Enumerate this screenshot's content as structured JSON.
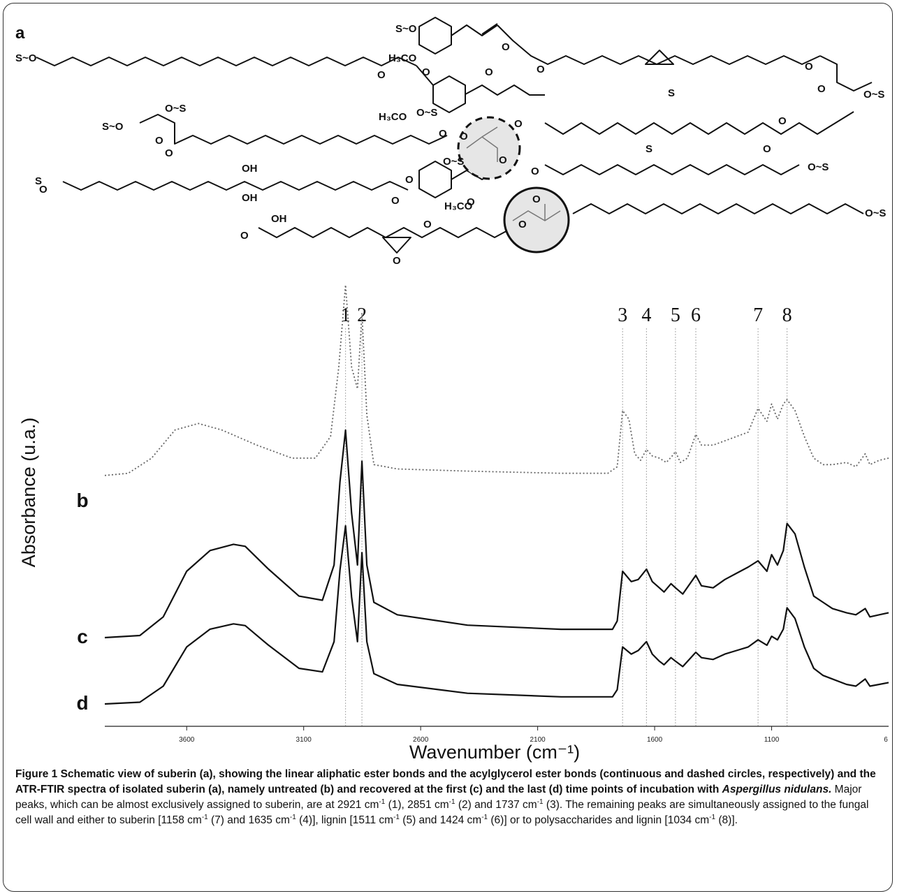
{
  "panel_label": "a",
  "structure": {
    "atom_labels": [
      "S~O",
      "H₃CO",
      "O",
      "S~O",
      "O",
      "O",
      "O",
      "H₃CO",
      "O",
      "O~S",
      "S~O",
      "O~S",
      "O",
      "O",
      "O",
      "O",
      "O",
      "S",
      "S",
      "O",
      "O",
      "O~S",
      "O",
      "O",
      "O",
      "O",
      "O~S",
      "O~S",
      "O",
      "S",
      "OH",
      "OH",
      "O",
      "O",
      "H₃CO",
      "O",
      "OH",
      "O",
      "O",
      "O",
      "O",
      "O",
      "O~S"
    ]
  },
  "chart_data": {
    "type": "line",
    "xlabel": "Wavenumber (cm⁻¹)",
    "ylabel": "Absorbance (u.a.)",
    "xlim": [
      3950,
      600
    ],
    "x_reversed": true,
    "x_ticks": [
      3600,
      3100,
      2600,
      2100,
      1600,
      1100
    ],
    "x_tick_labels": [
      "3600",
      "3100",
      "2600",
      "2100",
      "1600",
      "1100",
      "6"
    ],
    "peak_markers": [
      {
        "label": "1",
        "x": 2921
      },
      {
        "label": "2",
        "x": 2851
      },
      {
        "label": "3",
        "x": 1737
      },
      {
        "label": "4",
        "x": 1635
      },
      {
        "label": "5",
        "x": 1511
      },
      {
        "label": "6",
        "x": 1424
      },
      {
        "label": "7",
        "x": 1158
      },
      {
        "label": "8",
        "x": 1034
      }
    ],
    "series": [
      {
        "name": "b",
        "style": "dotted",
        "baseline": 0.12,
        "points": [
          [
            3950,
            0.12
          ],
          [
            3850,
            0.13
          ],
          [
            3750,
            0.2
          ],
          [
            3650,
            0.33
          ],
          [
            3550,
            0.36
          ],
          [
            3450,
            0.33
          ],
          [
            3300,
            0.26
          ],
          [
            3150,
            0.2
          ],
          [
            3050,
            0.2
          ],
          [
            2985,
            0.3
          ],
          [
            2950,
            0.62
          ],
          [
            2921,
            1.0
          ],
          [
            2895,
            0.62
          ],
          [
            2870,
            0.52
          ],
          [
            2851,
            0.87
          ],
          [
            2830,
            0.4
          ],
          [
            2800,
            0.17
          ],
          [
            2700,
            0.15
          ],
          [
            2400,
            0.14
          ],
          [
            2000,
            0.13
          ],
          [
            1800,
            0.13
          ],
          [
            1760,
            0.16
          ],
          [
            1737,
            0.42
          ],
          [
            1710,
            0.38
          ],
          [
            1685,
            0.22
          ],
          [
            1660,
            0.19
          ],
          [
            1635,
            0.24
          ],
          [
            1610,
            0.21
          ],
          [
            1580,
            0.2
          ],
          [
            1550,
            0.18
          ],
          [
            1525,
            0.21
          ],
          [
            1511,
            0.23
          ],
          [
            1490,
            0.18
          ],
          [
            1460,
            0.2
          ],
          [
            1424,
            0.31
          ],
          [
            1400,
            0.26
          ],
          [
            1350,
            0.26
          ],
          [
            1300,
            0.28
          ],
          [
            1250,
            0.3
          ],
          [
            1200,
            0.32
          ],
          [
            1158,
            0.43
          ],
          [
            1120,
            0.37
          ],
          [
            1100,
            0.45
          ],
          [
            1075,
            0.38
          ],
          [
            1050,
            0.45
          ],
          [
            1034,
            0.47
          ],
          [
            1000,
            0.42
          ],
          [
            960,
            0.3
          ],
          [
            920,
            0.2
          ],
          [
            880,
            0.17
          ],
          [
            840,
            0.17
          ],
          [
            780,
            0.18
          ],
          [
            740,
            0.16
          ],
          [
            700,
            0.22
          ],
          [
            680,
            0.17
          ],
          [
            640,
            0.19
          ],
          [
            600,
            0.2
          ]
        ]
      },
      {
        "name": "c",
        "style": "solid",
        "baseline": 0.0,
        "points": [
          [
            3950,
            0.0
          ],
          [
            3800,
            0.01
          ],
          [
            3700,
            0.1
          ],
          [
            3600,
            0.32
          ],
          [
            3500,
            0.42
          ],
          [
            3400,
            0.45
          ],
          [
            3350,
            0.44
          ],
          [
            3250,
            0.33
          ],
          [
            3120,
            0.2
          ],
          [
            3020,
            0.18
          ],
          [
            2970,
            0.35
          ],
          [
            2945,
            0.75
          ],
          [
            2921,
            1.0
          ],
          [
            2895,
            0.6
          ],
          [
            2870,
            0.35
          ],
          [
            2851,
            0.85
          ],
          [
            2830,
            0.35
          ],
          [
            2800,
            0.17
          ],
          [
            2700,
            0.11
          ],
          [
            2400,
            0.06
          ],
          [
            2000,
            0.04
          ],
          [
            1780,
            0.04
          ],
          [
            1760,
            0.08
          ],
          [
            1737,
            0.32
          ],
          [
            1700,
            0.27
          ],
          [
            1670,
            0.28
          ],
          [
            1635,
            0.33
          ],
          [
            1610,
            0.27
          ],
          [
            1580,
            0.24
          ],
          [
            1560,
            0.22
          ],
          [
            1530,
            0.26
          ],
          [
            1511,
            0.24
          ],
          [
            1480,
            0.21
          ],
          [
            1424,
            0.3
          ],
          [
            1400,
            0.25
          ],
          [
            1350,
            0.24
          ],
          [
            1300,
            0.28
          ],
          [
            1250,
            0.31
          ],
          [
            1200,
            0.34
          ],
          [
            1158,
            0.37
          ],
          [
            1120,
            0.32
          ],
          [
            1100,
            0.4
          ],
          [
            1075,
            0.35
          ],
          [
            1050,
            0.42
          ],
          [
            1034,
            0.55
          ],
          [
            1000,
            0.5
          ],
          [
            960,
            0.34
          ],
          [
            920,
            0.2
          ],
          [
            880,
            0.17
          ],
          [
            840,
            0.14
          ],
          [
            780,
            0.12
          ],
          [
            740,
            0.11
          ],
          [
            700,
            0.14
          ],
          [
            680,
            0.1
          ],
          [
            640,
            0.11
          ],
          [
            600,
            0.12
          ]
        ]
      },
      {
        "name": "d",
        "style": "solid",
        "baseline": 0.0,
        "points": [
          [
            3950,
            0.0
          ],
          [
            3800,
            0.01
          ],
          [
            3700,
            0.1
          ],
          [
            3600,
            0.32
          ],
          [
            3500,
            0.42
          ],
          [
            3400,
            0.45
          ],
          [
            3350,
            0.44
          ],
          [
            3250,
            0.33
          ],
          [
            3120,
            0.2
          ],
          [
            3020,
            0.18
          ],
          [
            2970,
            0.35
          ],
          [
            2945,
            0.75
          ],
          [
            2921,
            1.0
          ],
          [
            2895,
            0.6
          ],
          [
            2870,
            0.35
          ],
          [
            2851,
            0.85
          ],
          [
            2830,
            0.35
          ],
          [
            2800,
            0.17
          ],
          [
            2700,
            0.11
          ],
          [
            2400,
            0.06
          ],
          [
            2000,
            0.04
          ],
          [
            1780,
            0.04
          ],
          [
            1760,
            0.08
          ],
          [
            1737,
            0.32
          ],
          [
            1700,
            0.28
          ],
          [
            1670,
            0.3
          ],
          [
            1635,
            0.35
          ],
          [
            1610,
            0.28
          ],
          [
            1580,
            0.24
          ],
          [
            1560,
            0.22
          ],
          [
            1530,
            0.26
          ],
          [
            1511,
            0.24
          ],
          [
            1480,
            0.21
          ],
          [
            1424,
            0.29
          ],
          [
            1400,
            0.26
          ],
          [
            1350,
            0.25
          ],
          [
            1300,
            0.28
          ],
          [
            1250,
            0.3
          ],
          [
            1200,
            0.32
          ],
          [
            1158,
            0.36
          ],
          [
            1120,
            0.33
          ],
          [
            1100,
            0.38
          ],
          [
            1075,
            0.36
          ],
          [
            1050,
            0.42
          ],
          [
            1034,
            0.54
          ],
          [
            1000,
            0.48
          ],
          [
            960,
            0.32
          ],
          [
            920,
            0.2
          ],
          [
            880,
            0.16
          ],
          [
            840,
            0.14
          ],
          [
            780,
            0.11
          ],
          [
            740,
            0.1
          ],
          [
            700,
            0.14
          ],
          [
            680,
            0.1
          ],
          [
            640,
            0.11
          ],
          [
            600,
            0.12
          ]
        ]
      }
    ]
  },
  "caption": {
    "head_1": "Figure 1 Schematic view of suberin (a), showing the linear aliphatic ester bonds and the acylglycerol ester bonds (continuous and dashed circles, respectively) and the ATR-FTIR spectra of isolated suberin (a), namely untreated (b) and recovered at the first (c) and the last (d) time points of incubation with ",
    "organism": "Aspergillus nidulans.",
    "body_1": " Major peaks, which can be almost exclusively assigned to suberin, are at 2921 cm",
    "body_2": " (1), 2851 cm",
    "body_3": " (2) and 1737 cm",
    "body_4": " (3). The remaining peaks are simultaneously assigned to the fungal cell wall and either to suberin [1158 cm",
    "body_5": " (7) and 1635 cm",
    "body_6": " (4)], lignin [1511 cm",
    "body_7": " (5) and 1424 cm",
    "body_8": " (6)] or to polysaccharides and lignin [1034 cm",
    "body_9": " (8)].",
    "sup": "-1"
  }
}
